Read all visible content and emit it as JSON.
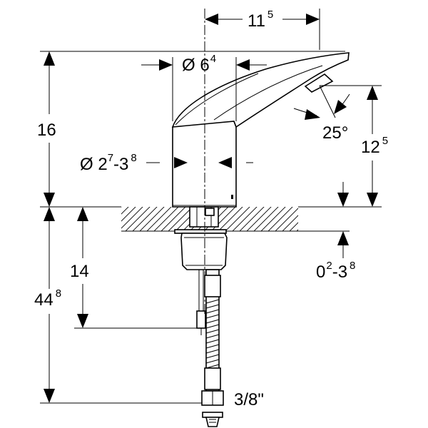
{
  "drawing": {
    "colors": {
      "line": "#000000",
      "background": "#ffffff"
    },
    "dimensions": {
      "spout_reach": {
        "main": "11",
        "sup": "5"
      },
      "body_diameter": {
        "main": "Ø 6",
        "sup": "4"
      },
      "total_height": {
        "main": "16"
      },
      "spray_angle": {
        "main": "25°"
      },
      "outlet_height": {
        "main": "12",
        "sup": "5"
      },
      "shank_diameter": {
        "a": "Ø 2",
        "a_sup": "7",
        "mid": "-3",
        "b_sup": "8"
      },
      "under_counter": {
        "main": "14"
      },
      "total_below": {
        "main": "44",
        "sup": "8"
      },
      "counter_thickness": {
        "a": "0",
        "a_sup": "2",
        "mid": "-3",
        "b_sup": "8"
      },
      "connection": {
        "main": "3/8\""
      }
    }
  }
}
